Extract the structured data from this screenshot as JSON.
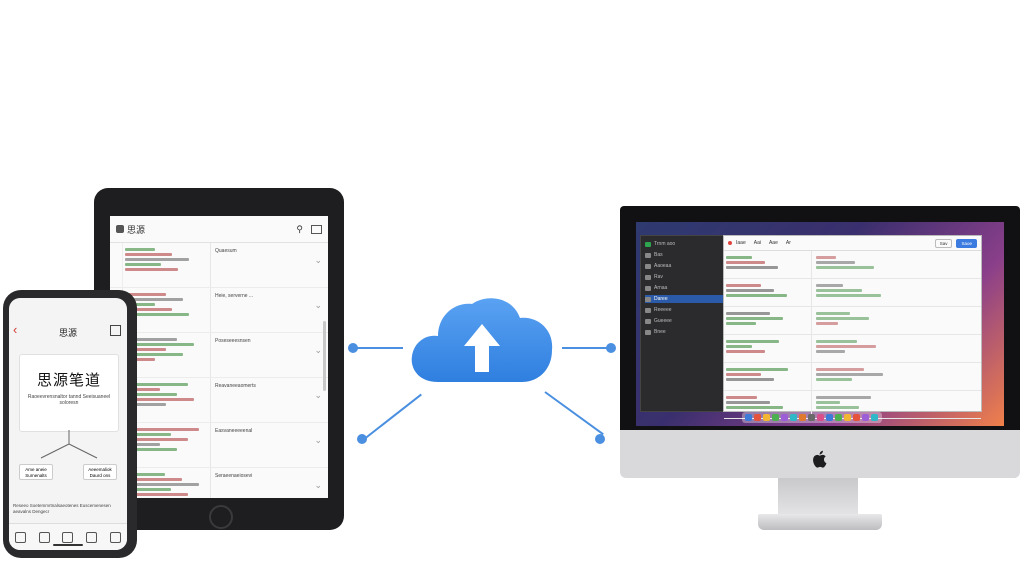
{
  "tablet": {
    "header_title": "思源",
    "search_icon": "search-icon",
    "menu_icon": "sidebar-icon",
    "rows": [
      {
        "right_text": "Quaesum"
      },
      {
        "right_text": "Heie, serverne ..."
      },
      {
        "right_text": "Poseseeesnsen"
      },
      {
        "right_text": "Reavaneeaomerts"
      },
      {
        "right_text": "Easvaneeeeenal"
      },
      {
        "right_text": "Seraeenaeiosevi"
      }
    ]
  },
  "phone": {
    "title": "思源",
    "big_text": "思源笔道",
    "sub_text": "Raoeevrensnaltor tannd Seeisuaneel soloresn",
    "box_left": "Ame aneie Surnenalts",
    "box_right": "Aeeemaliok Daurd ons",
    "footer": "Reseeo Soetemmrtnalsaeotenes Euscemenesen aeavalns Dengecr"
  },
  "cloud": {
    "icon": "cloud-upload-icon"
  },
  "imac": {
    "dark_window_title": "Trnm aoo",
    "dark_items": [
      "Bas",
      "Aaoeaa",
      "Rav",
      "Arnaa",
      "Daree",
      "Reeeee",
      "Gueeee",
      "Bnee"
    ],
    "light_toolbar": [
      "Iaae",
      "Aai",
      "Aae",
      "Ar"
    ],
    "buttons": [
      "Sav",
      "Saoe"
    ],
    "colors": {
      "accent": "#3c7be0",
      "connector": "#4a8fe0"
    }
  }
}
